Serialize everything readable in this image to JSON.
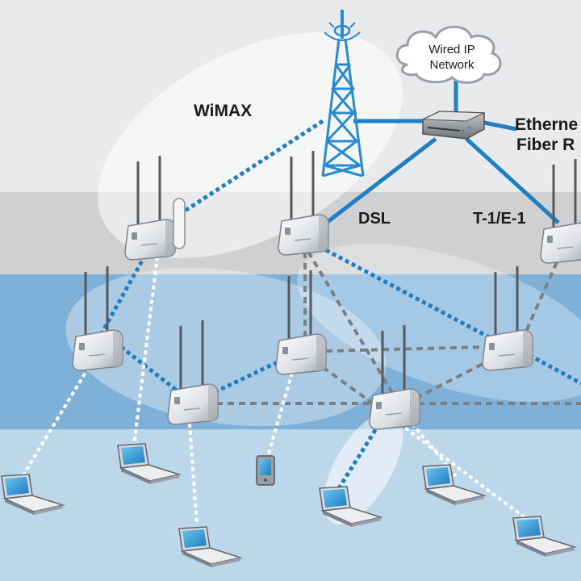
{
  "labels": {
    "wimax": "WiMAX",
    "dsl": "DSL",
    "t1": "T-1/E-1",
    "ethernet": "Etherne",
    "fiber": "Fiber R"
  },
  "cloud": {
    "line1": "Wired IP",
    "line2": "Network"
  },
  "colors": {
    "band_top": "#e9eaec",
    "band_gray": "#cfd0d2",
    "band_blue_dark": "#7fb0d8",
    "band_blue_light": "#bcd6ea",
    "link_blue": "#1f7fc4",
    "link_gray": "#7b7e82",
    "tower_blue": "#2a8ad0"
  },
  "icons": {
    "tower": "radio-tower-icon",
    "router": "network-switch-icon",
    "access_point": "wireless-access-point-icon",
    "laptop": "laptop-icon",
    "pda": "handheld-device-icon",
    "cloud": "cloud-icon"
  }
}
